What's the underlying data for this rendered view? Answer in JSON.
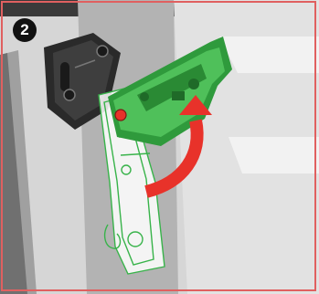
{
  "step": {
    "number": "2"
  },
  "icons": {
    "bracket": "dark-mount-bracket",
    "latch_rotated": "green-latch-rotated",
    "latch_down": "latch-ghost-outline",
    "arrow": "red-curved-rotation-arrow"
  },
  "colors": {
    "frame_border": "#e06060",
    "arrow_red": "#e8322a",
    "latch_green": "#2f9a3c",
    "bracket_dark": "#2a2a2a",
    "panel_gray": "#b8b8b8"
  }
}
